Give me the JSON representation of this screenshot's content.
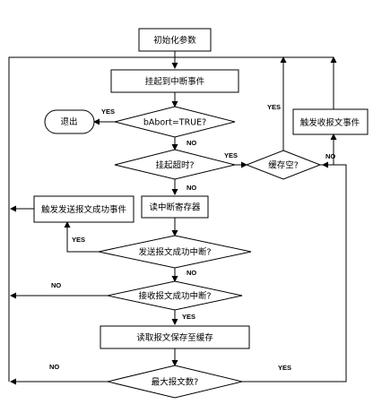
{
  "nodes": {
    "init_params": "初始化参数",
    "pending_interrupt": "挂起到中断事件",
    "exit": "退出",
    "babort_check": "bAbort=TRUE?",
    "pending_timeout": "挂起超时?",
    "buffer_empty": "缓存空?",
    "trigger_recv_event": "触发收报文事件",
    "read_int_register": "读中断寄存器",
    "trigger_send_success": "触发发送报文成功事件",
    "send_success_interrupt": "发送报文成功中断?",
    "recv_success_interrupt": "接收报文成功中断?",
    "read_save_buffer": "读取报文保存至缓存",
    "max_messages": "最大报文数?"
  },
  "labels": {
    "yes": "YES",
    "no": "NO"
  }
}
